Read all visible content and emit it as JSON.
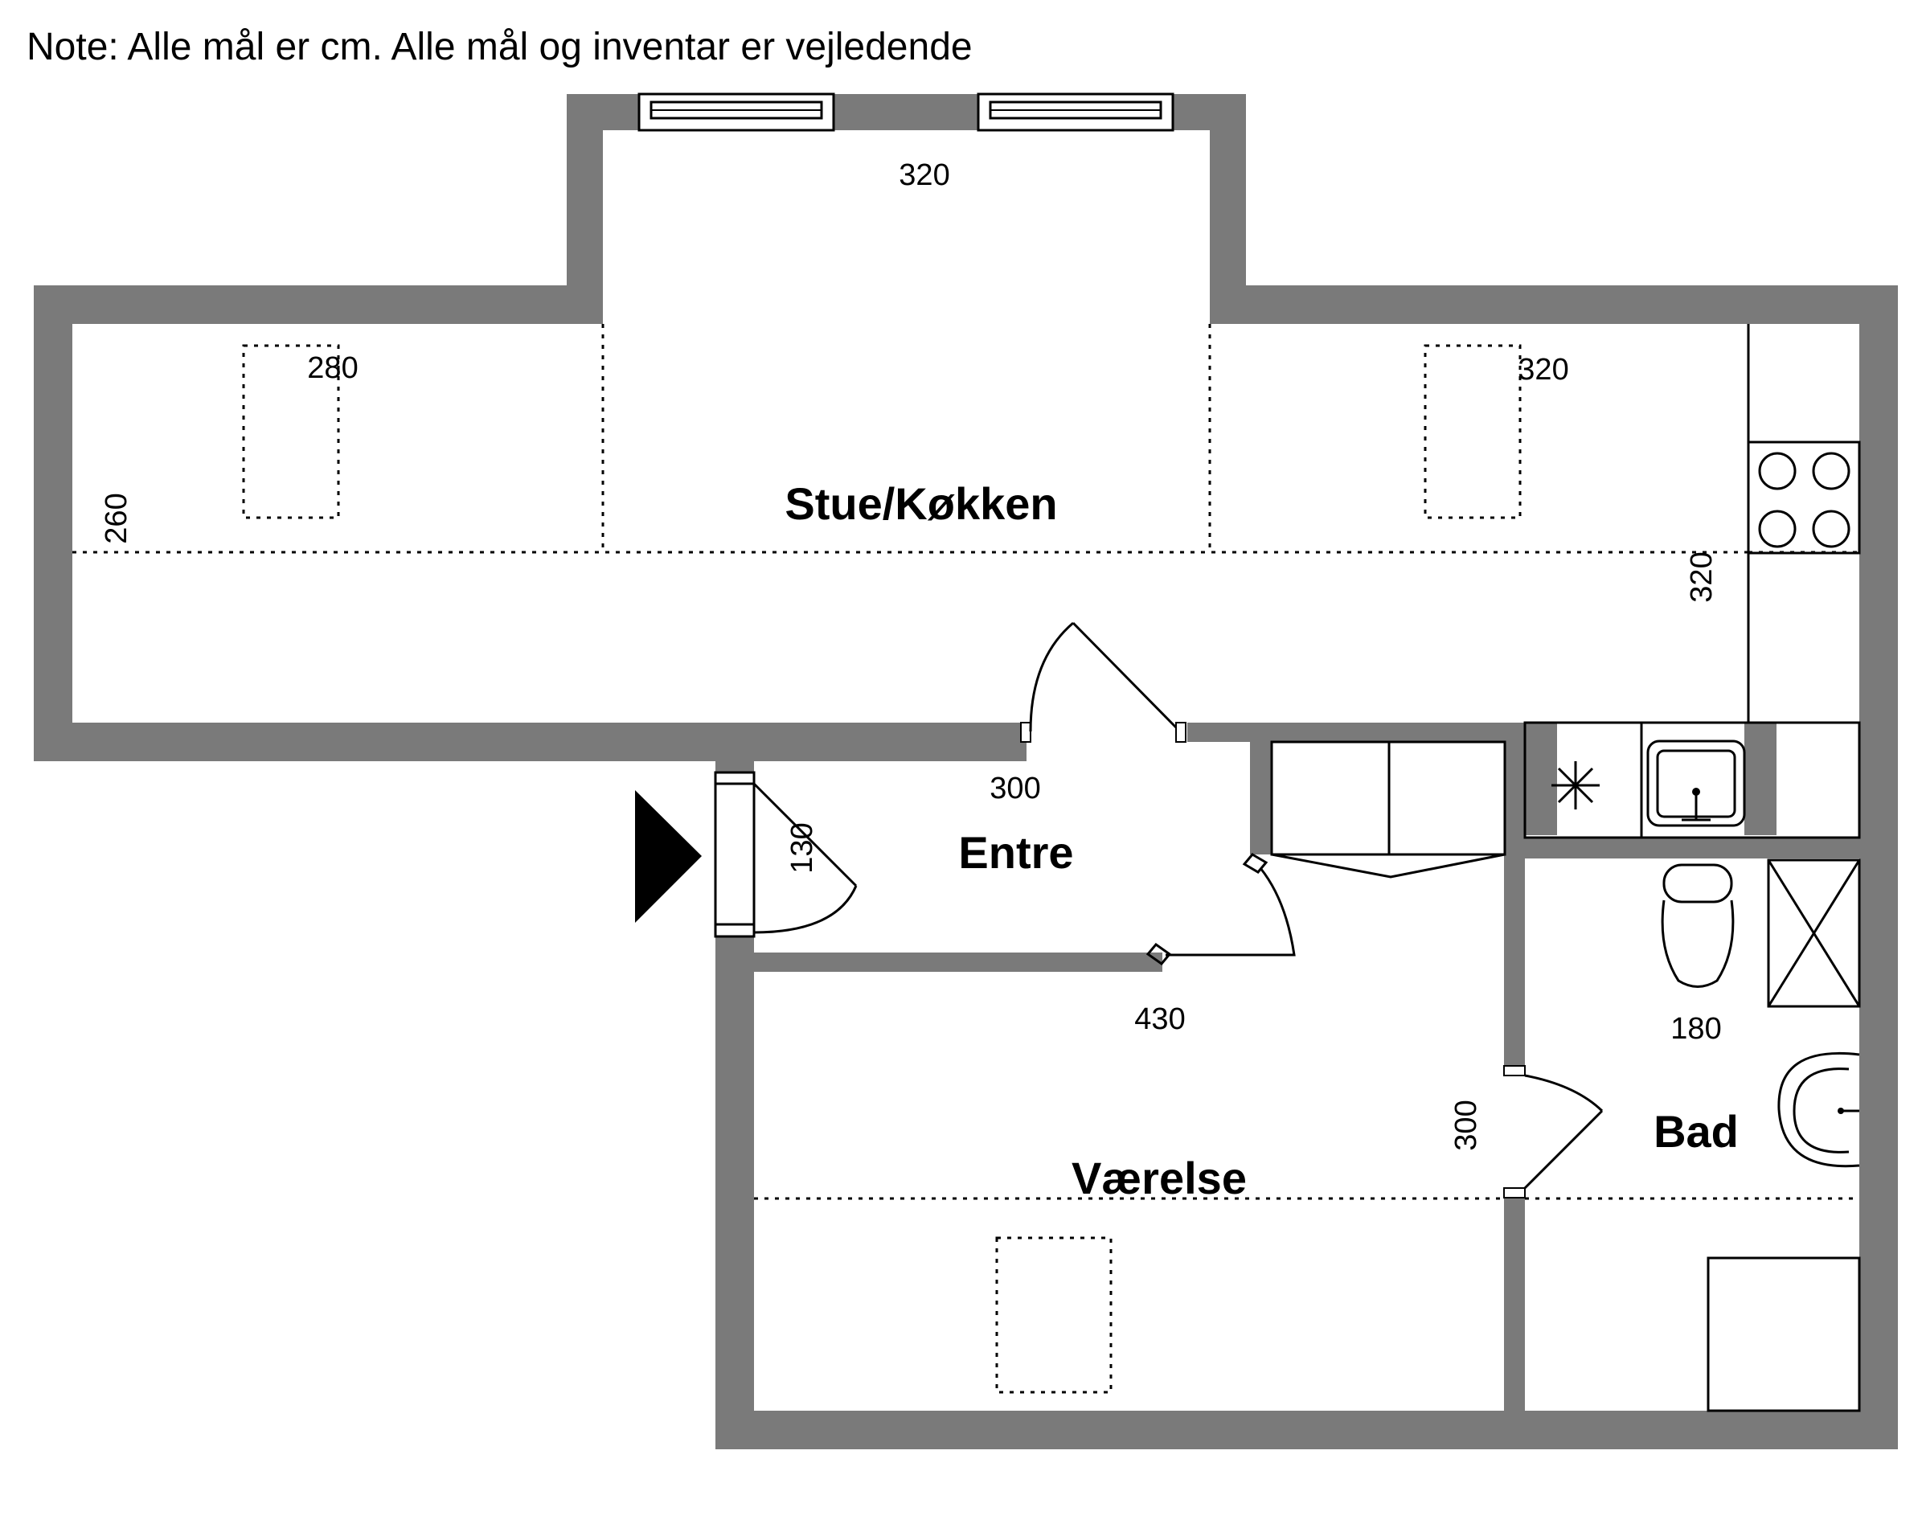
{
  "note": "Note: Alle mål er cm. Alle mål og inventar er vejledende",
  "colors": {
    "wall": "#7a7a7a",
    "line": "#000000",
    "background": "#ffffff"
  },
  "rooms": {
    "living_kitchen": "Stue/Køkken",
    "entrance": "Entre",
    "bedroom": "Værelse",
    "bathroom": "Bad"
  },
  "dimensions": {
    "bay_width": "320",
    "living_left": "280",
    "living_right": "320",
    "living_left_depth": "260",
    "living_right_depth": "320",
    "entrance_width": "300",
    "entrance_depth": "130",
    "bedroom_width": "430",
    "bedroom_depth": "300",
    "bathroom_width": "180"
  },
  "icons": {
    "entrance_marker": "entrance-arrow-icon",
    "stove": "stove-icon",
    "sink": "kitchen-sink-icon",
    "toilet": "toilet-icon",
    "shower": "shower-icon",
    "washbasin": "washbasin-icon",
    "fan": "ventilation-icon"
  }
}
